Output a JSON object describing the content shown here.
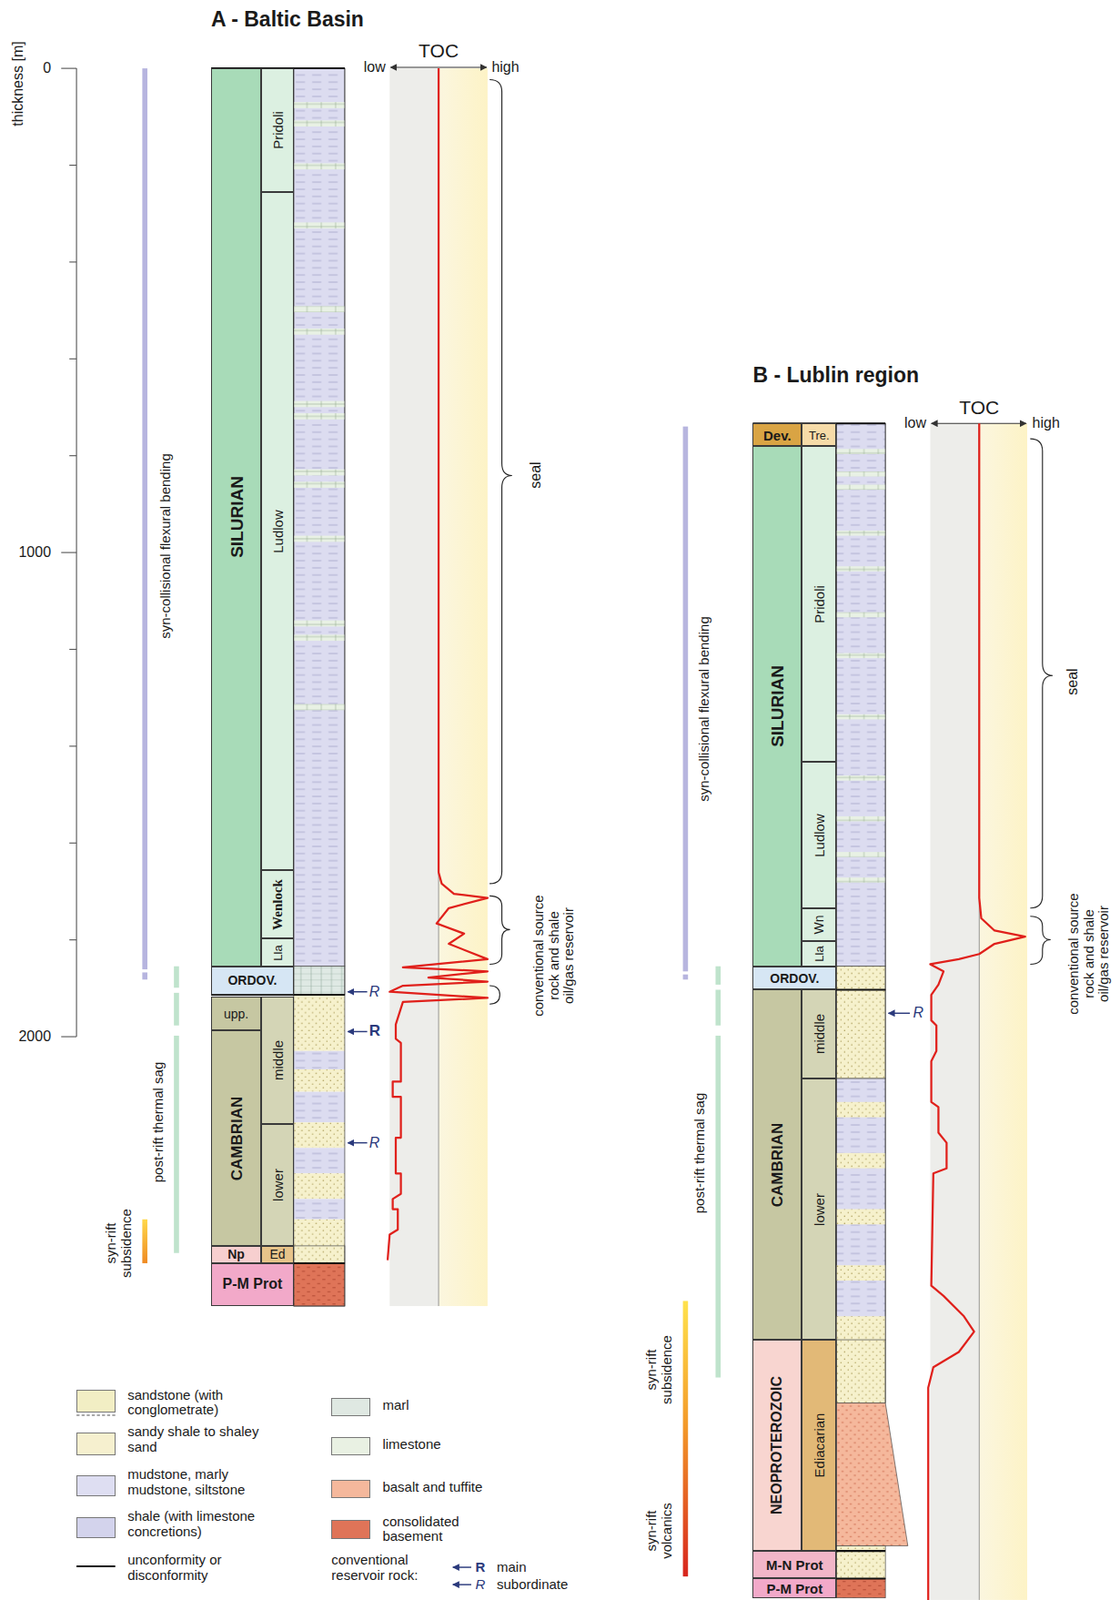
{
  "diagram": {
    "nodes": [
      {
        "text": [
          "SILURIAN"
        ]
      },
      {
        "text": [
          "Pridoli"
        ]
      },
      {
        "text": [
          "Ludlow"
        ]
      },
      {
        "text": [
          "Wenlock"
        ]
      },
      {
        "text": [
          "Lla"
        ]
      },
      {
        "text": [
          "ORDOV."
        ]
      },
      {
        "text": [
          "upp."
        ]
      },
      {
        "text": [
          "CAMBRIAN"
        ]
      },
      {
        "text": [
          "middle"
        ]
      },
      {
        "text": [
          "lower"
        ]
      },
      {
        "text": [
          "Np"
        ]
      },
      {
        "text": [
          "Ed"
        ]
      },
      {
        "text": [
          "P-M Prot"
        ]
      },
      {
        "text": [
          "Dev."
        ]
      },
      {
        "text": [
          "Tre."
        ]
      },
      {
        "text": [
          "SILURIAN"
        ]
      },
      {
        "text": [
          "Pridoli"
        ]
      },
      {
        "text": [
          "Ludlow"
        ]
      },
      {
        "text": [
          "Wn"
        ]
      },
      {
        "text": [
          "Lla"
        ]
      },
      {
        "text": [
          "ORDOV."
        ]
      },
      {
        "text": [
          "CAMBRIAN"
        ]
      },
      {
        "text": [
          "middle"
        ]
      },
      {
        "text": [
          "lower"
        ]
      },
      {
        "text": [
          "NEOPROTEROZOIC"
        ]
      },
      {
        "text": [
          "Ediacarian"
        ]
      },
      {
        "text": [
          "M-N Prot"
        ]
      },
      {
        "text": [
          "P-M Prot"
        ]
      }
    ],
    "labels": [
      "A - Baltic Basin",
      "0",
      "1000",
      "2000",
      "thickness [m]",
      "syn-collisional flexural bending",
      "post-rift thermal sag",
      "syn-rift subsidence",
      "TOC",
      "low",
      "high",
      "seal",
      "conventional source rock and shale oil/gas reservoir",
      "R",
      "R",
      "R",
      "B - Lublin region",
      "TOC",
      "low",
      "high",
      "syn-collisional flexural bending",
      "seal",
      "conventional source rock and shale oil/gas reservoir",
      "R",
      "post-rift thermal sag",
      "syn-rift subsidence",
      "syn-rift volcanics",
      "conventional reservoir rock:",
      "R",
      "R"
    ],
    "legend": [
      {
        "text": "sandstone (with conglometrate)",
        "color": "#f2eec4"
      },
      {
        "text": "sandy shale to shaley sand",
        "color": "#f6f0cf"
      },
      {
        "text": "mudstone, marly mudstone, siltstone",
        "color": "#dedef2"
      },
      {
        "text": "shale (with limestone concretions)",
        "color": "#d3d3ec"
      },
      {
        "text": "unconformity or disconformity"
      },
      {
        "text": "marl",
        "color": "#dfe8e2"
      },
      {
        "text": "limestone",
        "color": "#e9f1e3"
      },
      {
        "text": "basalt and tuffite",
        "color": "#f5b89c"
      },
      {
        "text": "consolidated basement",
        "color": "#df7458"
      },
      {
        "text": "main"
      },
      {
        "text": "subordinate"
      }
    ]
  }
}
